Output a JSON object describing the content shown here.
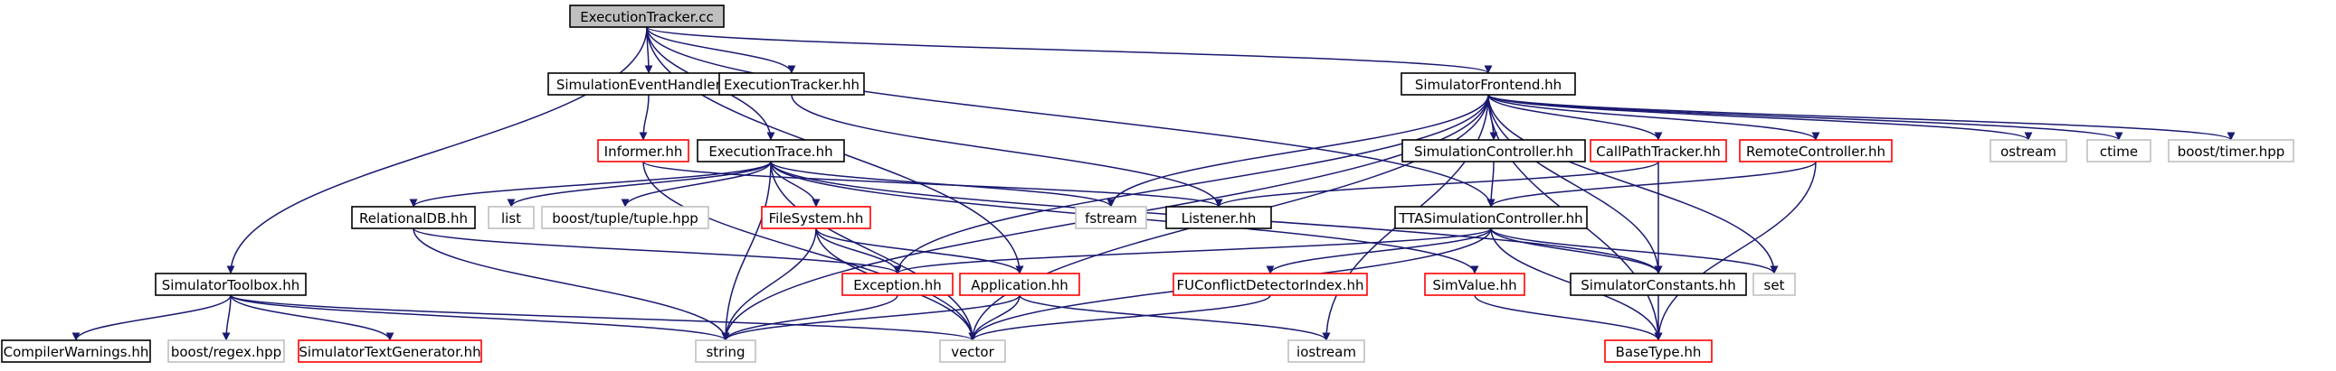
{
  "diagram": {
    "type": "include-dependency-graph",
    "colors": {
      "edge": "#191970",
      "root_fill": "#bfbfbf",
      "normal_border": "#000000",
      "truncated_border": "#ff0000",
      "external_border": "#bfbfbf",
      "text": "#000000"
    },
    "nodes": [
      {
        "id": "n0",
        "label": "ExecutionTracker.cc",
        "kind": "root"
      },
      {
        "id": "n1",
        "label": "SimulationEventHandler.hh",
        "kind": "normal"
      },
      {
        "id": "n2",
        "label": "ExecutionTracker.hh",
        "kind": "normal"
      },
      {
        "id": "n3",
        "label": "SimulatorFrontend.hh",
        "kind": "normal"
      },
      {
        "id": "n4",
        "label": "Informer.hh",
        "kind": "truncated"
      },
      {
        "id": "n5",
        "label": "ExecutionTrace.hh",
        "kind": "normal"
      },
      {
        "id": "n6",
        "label": "SimulationController.hh",
        "kind": "normal"
      },
      {
        "id": "n7",
        "label": "CallPathTracker.hh",
        "kind": "truncated"
      },
      {
        "id": "n8",
        "label": "RemoteController.hh",
        "kind": "truncated"
      },
      {
        "id": "n9",
        "label": "ostream",
        "kind": "external"
      },
      {
        "id": "n10",
        "label": "ctime",
        "kind": "external"
      },
      {
        "id": "n11",
        "label": "boost/timer.hpp",
        "kind": "external"
      },
      {
        "id": "n12",
        "label": "RelationalDB.hh",
        "kind": "normal"
      },
      {
        "id": "n13",
        "label": "list",
        "kind": "external"
      },
      {
        "id": "n14",
        "label": "boost/tuple/tuple.hpp",
        "kind": "external"
      },
      {
        "id": "n15",
        "label": "FileSystem.hh",
        "kind": "truncated"
      },
      {
        "id": "n16",
        "label": "fstream",
        "kind": "external"
      },
      {
        "id": "n17",
        "label": "Listener.hh",
        "kind": "normal"
      },
      {
        "id": "n18",
        "label": "TTASimulationController.hh",
        "kind": "normal"
      },
      {
        "id": "n19",
        "label": "SimulatorToolbox.hh",
        "kind": "normal"
      },
      {
        "id": "n20",
        "label": "Exception.hh",
        "kind": "truncated"
      },
      {
        "id": "n21",
        "label": "Application.hh",
        "kind": "truncated"
      },
      {
        "id": "n22",
        "label": "FUConflictDetectorIndex.hh",
        "kind": "truncated"
      },
      {
        "id": "n23",
        "label": "SimValue.hh",
        "kind": "truncated"
      },
      {
        "id": "n24",
        "label": "SimulatorConstants.hh",
        "kind": "normal"
      },
      {
        "id": "n25",
        "label": "set",
        "kind": "external"
      },
      {
        "id": "n26",
        "label": "CompilerWarnings.hh",
        "kind": "normal"
      },
      {
        "id": "n27",
        "label": "boost/regex.hpp",
        "kind": "external"
      },
      {
        "id": "n28",
        "label": "SimulatorTextGenerator.hh",
        "kind": "truncated"
      },
      {
        "id": "n29",
        "label": "string",
        "kind": "external"
      },
      {
        "id": "n30",
        "label": "vector",
        "kind": "external"
      },
      {
        "id": "n31",
        "label": "iostream",
        "kind": "external"
      },
      {
        "id": "n32",
        "label": "BaseType.hh",
        "kind": "truncated"
      }
    ],
    "edges": [
      [
        "n0",
        "n1"
      ],
      [
        "n0",
        "n2"
      ],
      [
        "n0",
        "n3"
      ],
      [
        "n0",
        "n5"
      ],
      [
        "n0",
        "n21"
      ],
      [
        "n0",
        "n18"
      ],
      [
        "n0",
        "n19"
      ],
      [
        "n1",
        "n4"
      ],
      [
        "n2",
        "n17"
      ],
      [
        "n3",
        "n6"
      ],
      [
        "n3",
        "n7"
      ],
      [
        "n3",
        "n8"
      ],
      [
        "n3",
        "n9"
      ],
      [
        "n3",
        "n10"
      ],
      [
        "n3",
        "n11"
      ],
      [
        "n3",
        "n16"
      ],
      [
        "n3",
        "n24"
      ],
      [
        "n3",
        "n25"
      ],
      [
        "n3",
        "n20"
      ],
      [
        "n3",
        "n29"
      ],
      [
        "n3",
        "n31"
      ],
      [
        "n3",
        "n32"
      ],
      [
        "n3",
        "n30"
      ],
      [
        "n4",
        "n17"
      ],
      [
        "n4",
        "n30"
      ],
      [
        "n5",
        "n12"
      ],
      [
        "n5",
        "n13"
      ],
      [
        "n5",
        "n14"
      ],
      [
        "n5",
        "n15"
      ],
      [
        "n5",
        "n16"
      ],
      [
        "n5",
        "n23"
      ],
      [
        "n5",
        "n24"
      ],
      [
        "n5",
        "n29"
      ],
      [
        "n5",
        "n30"
      ],
      [
        "n6",
        "n18"
      ],
      [
        "n7",
        "n17"
      ],
      [
        "n7",
        "n24"
      ],
      [
        "n8",
        "n18"
      ],
      [
        "n8",
        "n32"
      ],
      [
        "n12",
        "n20"
      ],
      [
        "n12",
        "n29"
      ],
      [
        "n15",
        "n20"
      ],
      [
        "n15",
        "n21"
      ],
      [
        "n15",
        "n29"
      ],
      [
        "n15",
        "n30"
      ],
      [
        "n18",
        "n20"
      ],
      [
        "n18",
        "n22"
      ],
      [
        "n18",
        "n24"
      ],
      [
        "n18",
        "n25"
      ],
      [
        "n18",
        "n32"
      ],
      [
        "n18",
        "n30"
      ],
      [
        "n19",
        "n26"
      ],
      [
        "n19",
        "n27"
      ],
      [
        "n19",
        "n28"
      ],
      [
        "n19",
        "n29"
      ],
      [
        "n19",
        "n30"
      ],
      [
        "n20",
        "n29"
      ],
      [
        "n21",
        "n29"
      ],
      [
        "n21",
        "n30"
      ],
      [
        "n21",
        "n31"
      ],
      [
        "n22",
        "n30"
      ],
      [
        "n23",
        "n32"
      ],
      [
        "n24",
        "n32"
      ]
    ]
  }
}
